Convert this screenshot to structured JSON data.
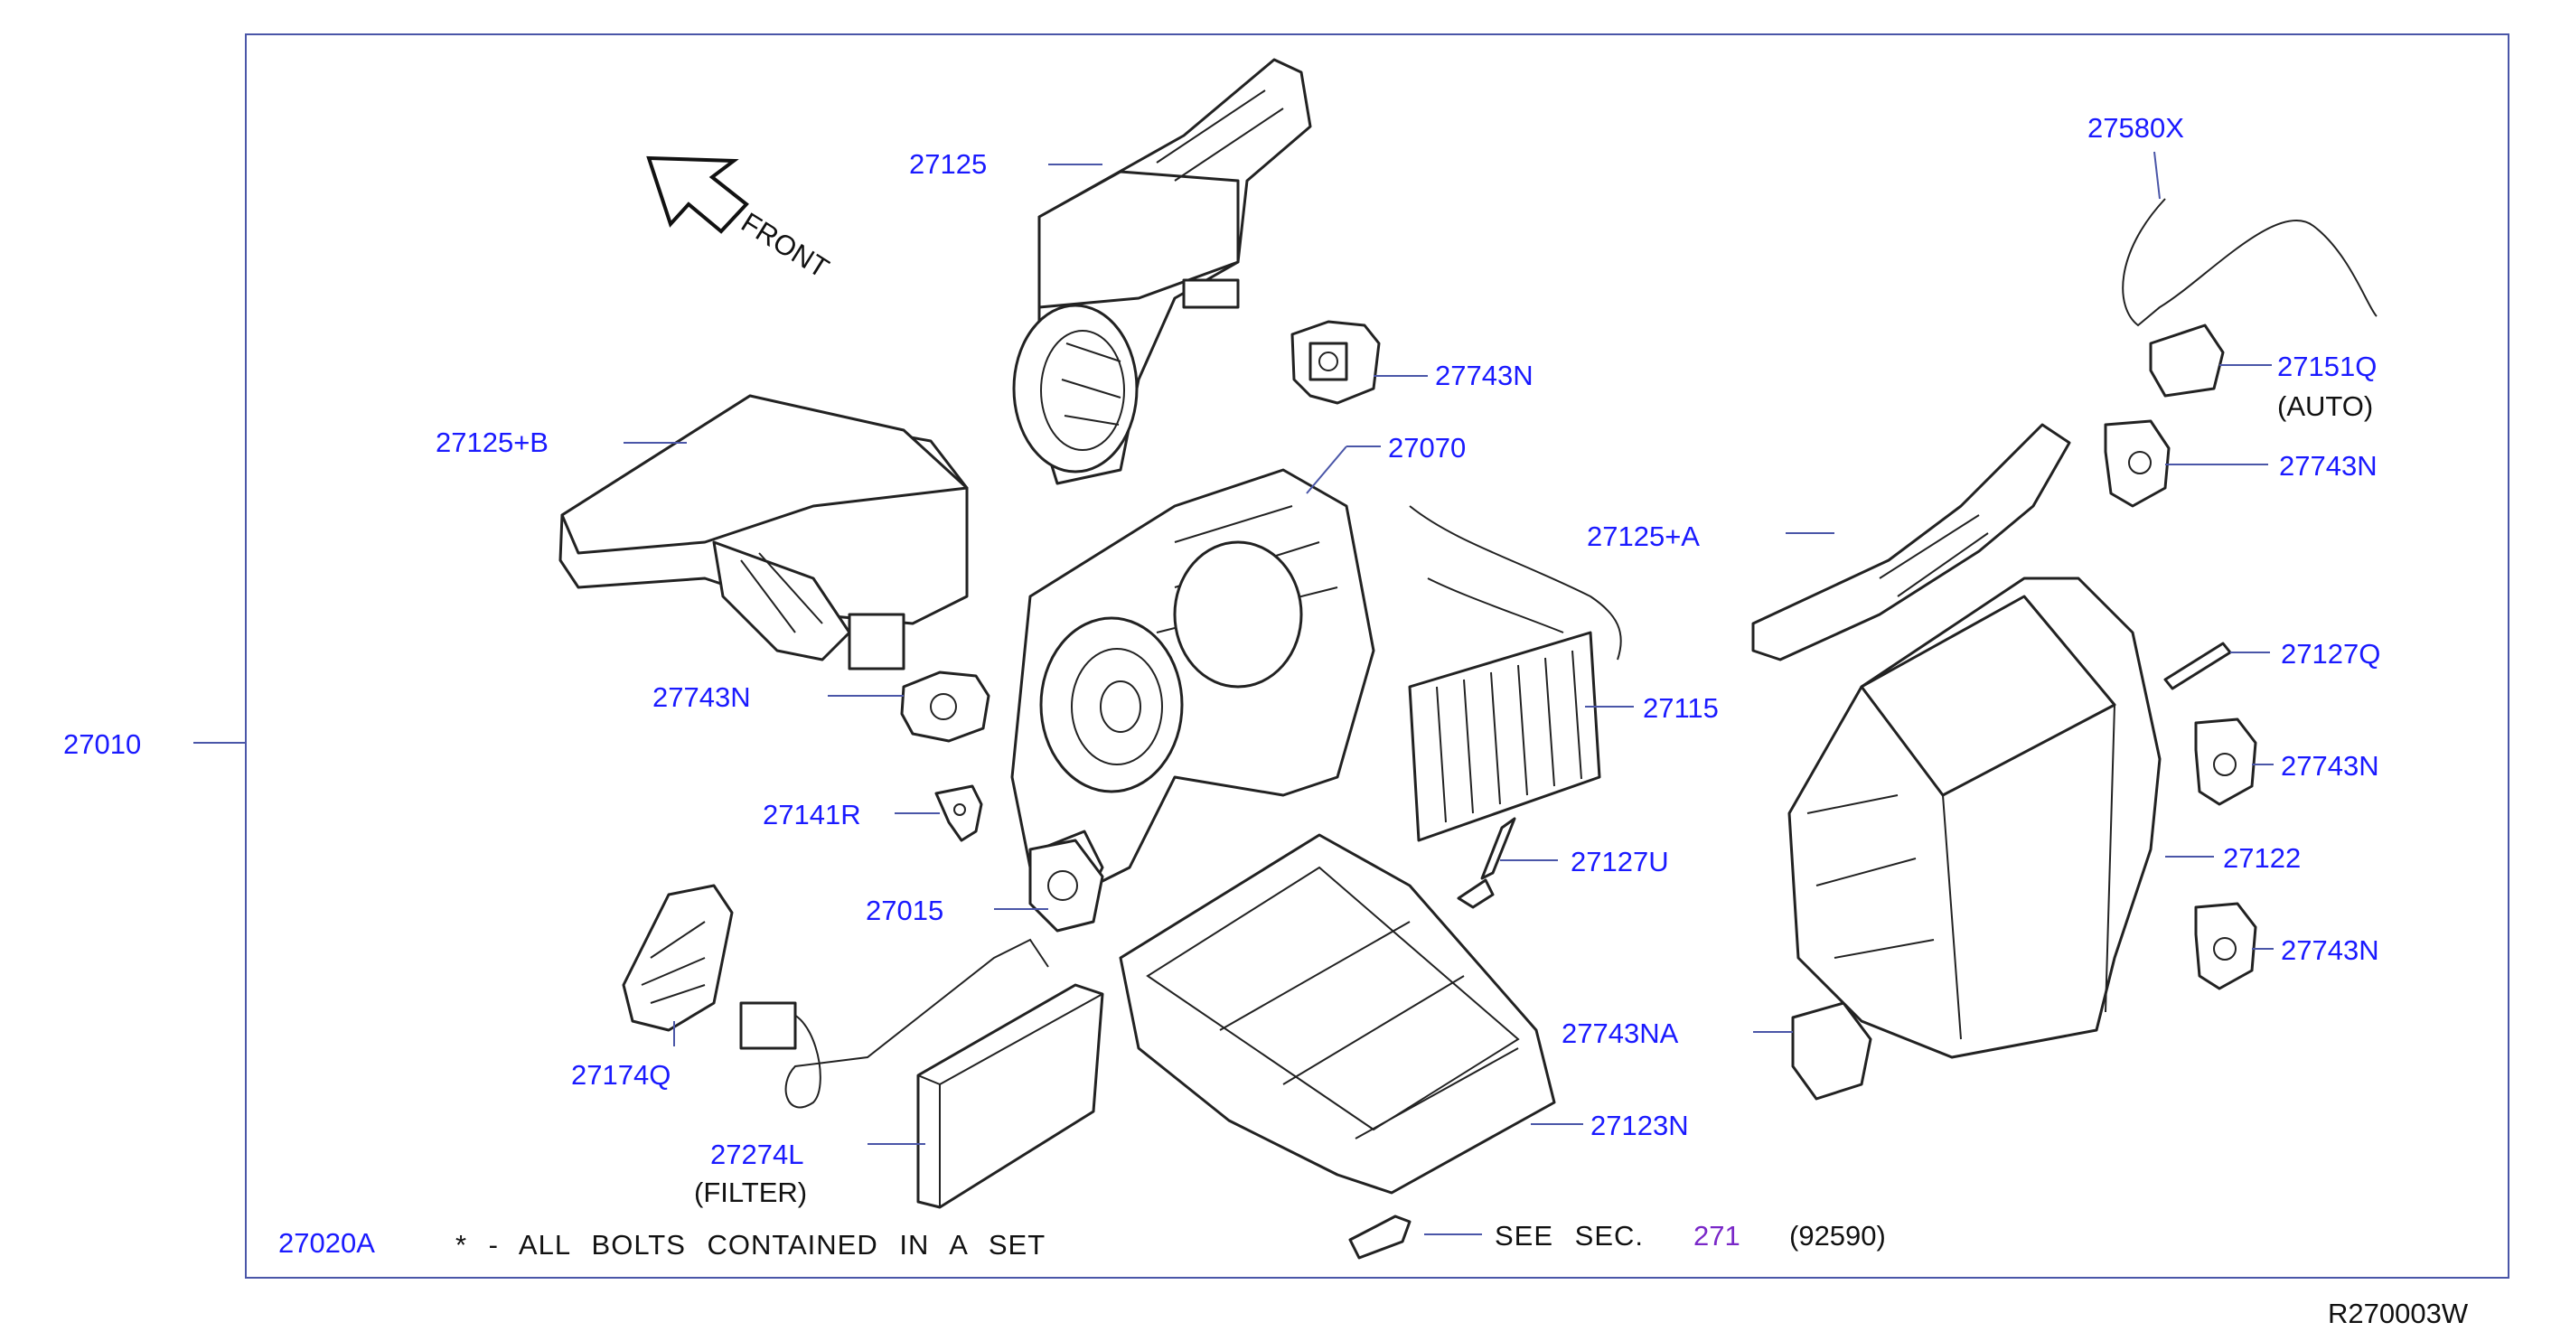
{
  "diagram": {
    "border_color": "#4a56a8",
    "label_color": "#1a1aff",
    "link_color": "#7a28c8",
    "direction_label": "FRONT",
    "labels": {
      "p27125": "27125",
      "p27743N_top": "27743N",
      "p27070": "27070",
      "p27125B": "27125+B",
      "p27743N_left": "27743N",
      "p27010": "27010",
      "p27141R": "27141R",
      "p27015": "27015",
      "p27174Q": "27174Q",
      "p27274L": "27274L",
      "p27274L_note": "(FILTER)",
      "p27020A": "27020A",
      "bolts_note": "* - ALL BOLTS CONTAINED IN A SET",
      "p27115": "27115",
      "p27127U": "27127U",
      "p27743NA": "27743NA",
      "p27123N": "27123N",
      "see_sec": "SEE SEC.",
      "sec_link": "271",
      "sec_ref": "(92590)",
      "p27580X": "27580X",
      "p27151Q": "27151Q",
      "p27151Q_note": "(AUTO)",
      "p27743N_r1": "27743N",
      "p27125A": "27125+A",
      "p27127Q": "27127Q",
      "p27743N_r2": "27743N",
      "p27122": "27122",
      "p27743N_r3": "27743N",
      "drawing_code": "R270003W"
    }
  }
}
